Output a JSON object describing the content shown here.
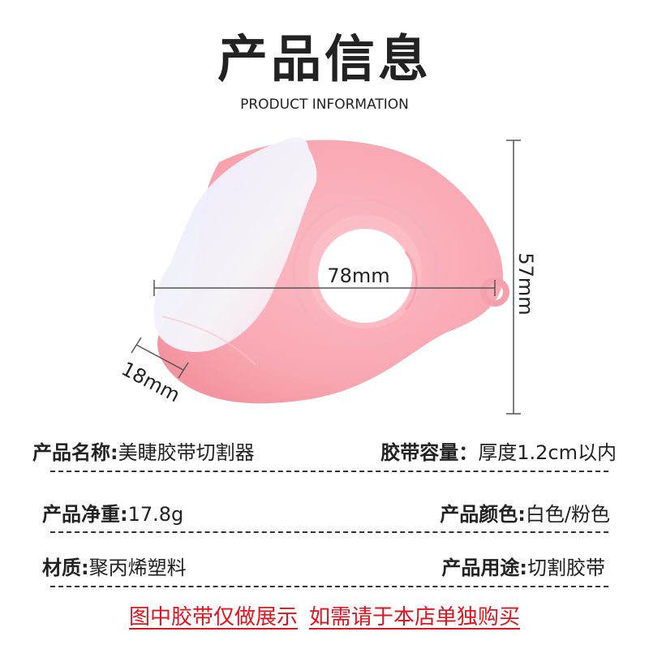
{
  "header": {
    "title": "产品信息",
    "subtitle": "PRODUCT INFORMATION"
  },
  "dimensions": {
    "width": "78mm",
    "height": "57mm",
    "depth": "18mm"
  },
  "specs": {
    "name_label": "产品名称:",
    "name_value": "美睫胶带切割器",
    "capacity_label": "胶带容量：",
    "capacity_value": "厚度1.2cm以内",
    "weight_label": "产品净重:",
    "weight_value": "17.8g",
    "color_label": "产品颜色:",
    "color_value": "白色/粉色",
    "material_label": "材质:",
    "material_value": "聚丙烯塑料",
    "usage_label": "产品用途:",
    "usage_value": "切割胶带"
  },
  "notice": {
    "part1": "图中胶带仅做展示",
    "part2": "如需请于本店单独购买"
  },
  "colors": {
    "pink": "#f9a5b0",
    "white_part": "#eef0fb",
    "notice": "#e0141e"
  }
}
